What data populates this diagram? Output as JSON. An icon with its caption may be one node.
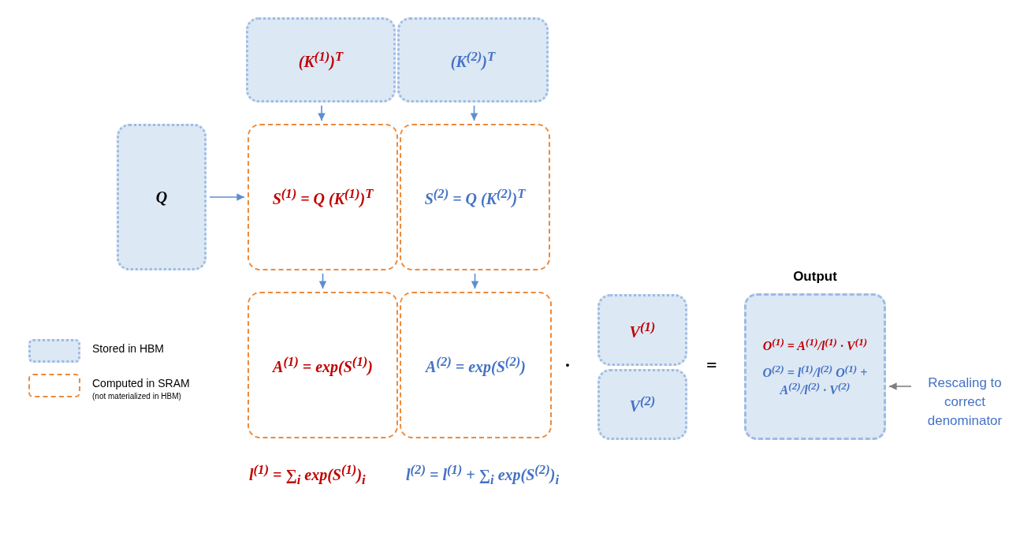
{
  "diagram": {
    "nodes": [
      {
        "text": [
          "(K$^{(1)}$)$^{T}$"
        ]
      },
      {
        "text": [
          "(K$^{(2)}$)$^{T}$"
        ]
      },
      {
        "text": [
          "Q"
        ]
      },
      {
        "text": [
          "S$^{(1)}$ = Q (K$^{(1)}$)$^{T}$"
        ]
      },
      {
        "text": [
          "S$^{(2)}$ = Q (K$^{(2)}$)$^{T}$"
        ]
      },
      {
        "text": [
          "A$^{(1)}$ = exp(S$^{(1)}$)"
        ]
      },
      {
        "text": [
          "A$^{(2)}$ = exp(S$^{(2)}$)"
        ]
      },
      {
        "text": [
          "V$^{(1)}$"
        ]
      },
      {
        "text": [
          "V$^{(2)}$"
        ]
      },
      {
        "text": [
          "Output",
          "O$^{(1)}$ = A$^{(1)}$/l$^{(1)}$ · V$^{(1)}$",
          "O$^{(2)}$ = l$^{(1)}$/l$^{(2)}$ O$^{(1)}$ + A$^{(2)}$/l$^{(2)}$ · V$^{(2)}$"
        ]
      },
      {
        "text": [
          "Rescaling to correct denominator"
        ]
      }
    ],
    "edges": [
      {
        "from": 0,
        "to": 3,
        "arrow": "to"
      },
      {
        "from": 1,
        "to": 4,
        "arrow": "to"
      },
      {
        "from": 2,
        "to": 3,
        "arrow": "to"
      },
      {
        "from": 3,
        "to": 5,
        "arrow": "to"
      },
      {
        "from": 4,
        "to": 6,
        "arrow": "to"
      },
      {
        "from": 10,
        "to": 9,
        "arrow": "to",
        "color": "#7f7f7f"
      }
    ],
    "labels": [
      "·",
      "=",
      "l$^{(1)}$ = ∑$_{i}$ exp(S$^{(1)}$)$_{i}$",
      "l$^{(2)}$ = l$^{(1)}$ + ∑$_{i}$ exp(S$^{(2)}$)$_{i}$",
      "(not materialized in HBM)"
    ],
    "legend": [
      {
        "text": "Stored in HBM"
      },
      {
        "text": "Computed in SRAM"
      }
    ]
  }
}
